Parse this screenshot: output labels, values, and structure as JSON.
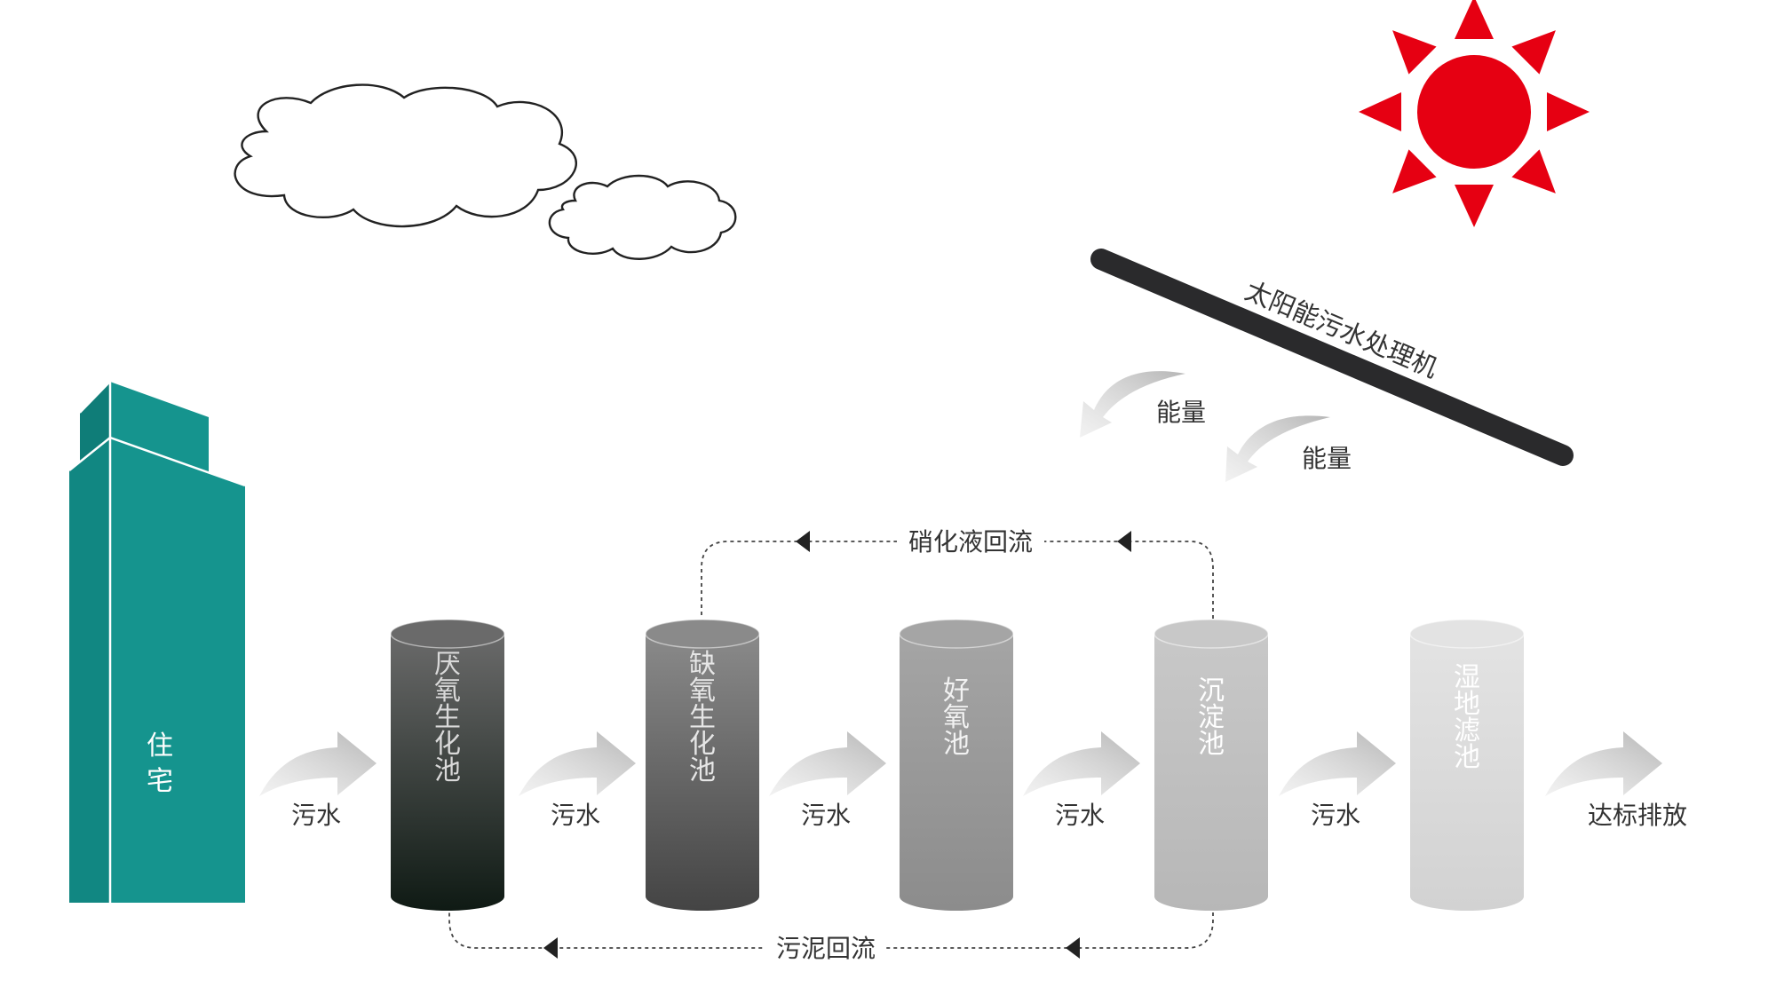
{
  "building": {
    "label_lines": [
      "住",
      "宅"
    ],
    "color": "#15948e"
  },
  "machine": {
    "label": "太阳能污水处理机",
    "energy_label": "能量"
  },
  "sun": {
    "color": "#e60012"
  },
  "tanks": [
    {
      "chars": [
        "厌",
        "氧",
        "生",
        "化",
        "池"
      ],
      "top": "#6a6a6a",
      "bottom": "#0f1a14",
      "text_color": "#d9d9d9"
    },
    {
      "chars": [
        "缺",
        "氧",
        "生",
        "化",
        "池"
      ],
      "top": "#8a8a8a",
      "bottom": "#444444",
      "text_color": "#e6e6e6"
    },
    {
      "chars": [
        "好",
        "氧",
        "池"
      ],
      "top": "#a5a5a5",
      "bottom": "#8c8c8c",
      "text_color": "#f2f2f2"
    },
    {
      "chars": [
        "沉",
        "淀",
        "池"
      ],
      "top": "#c8c8c8",
      "bottom": "#b7b7b7",
      "text_color": "#ffffff"
    },
    {
      "chars": [
        "湿",
        "地",
        "滤",
        "池"
      ],
      "top": "#e3e3e3",
      "bottom": "#d2d2d2",
      "text_color": "#ffffff"
    }
  ],
  "flow_labels": [
    "污水",
    "污水",
    "污水",
    "污水",
    "污水",
    "达标排放"
  ],
  "loops": {
    "nitrate_return": "硝化液回流",
    "sludge_return": "污泥回流"
  }
}
